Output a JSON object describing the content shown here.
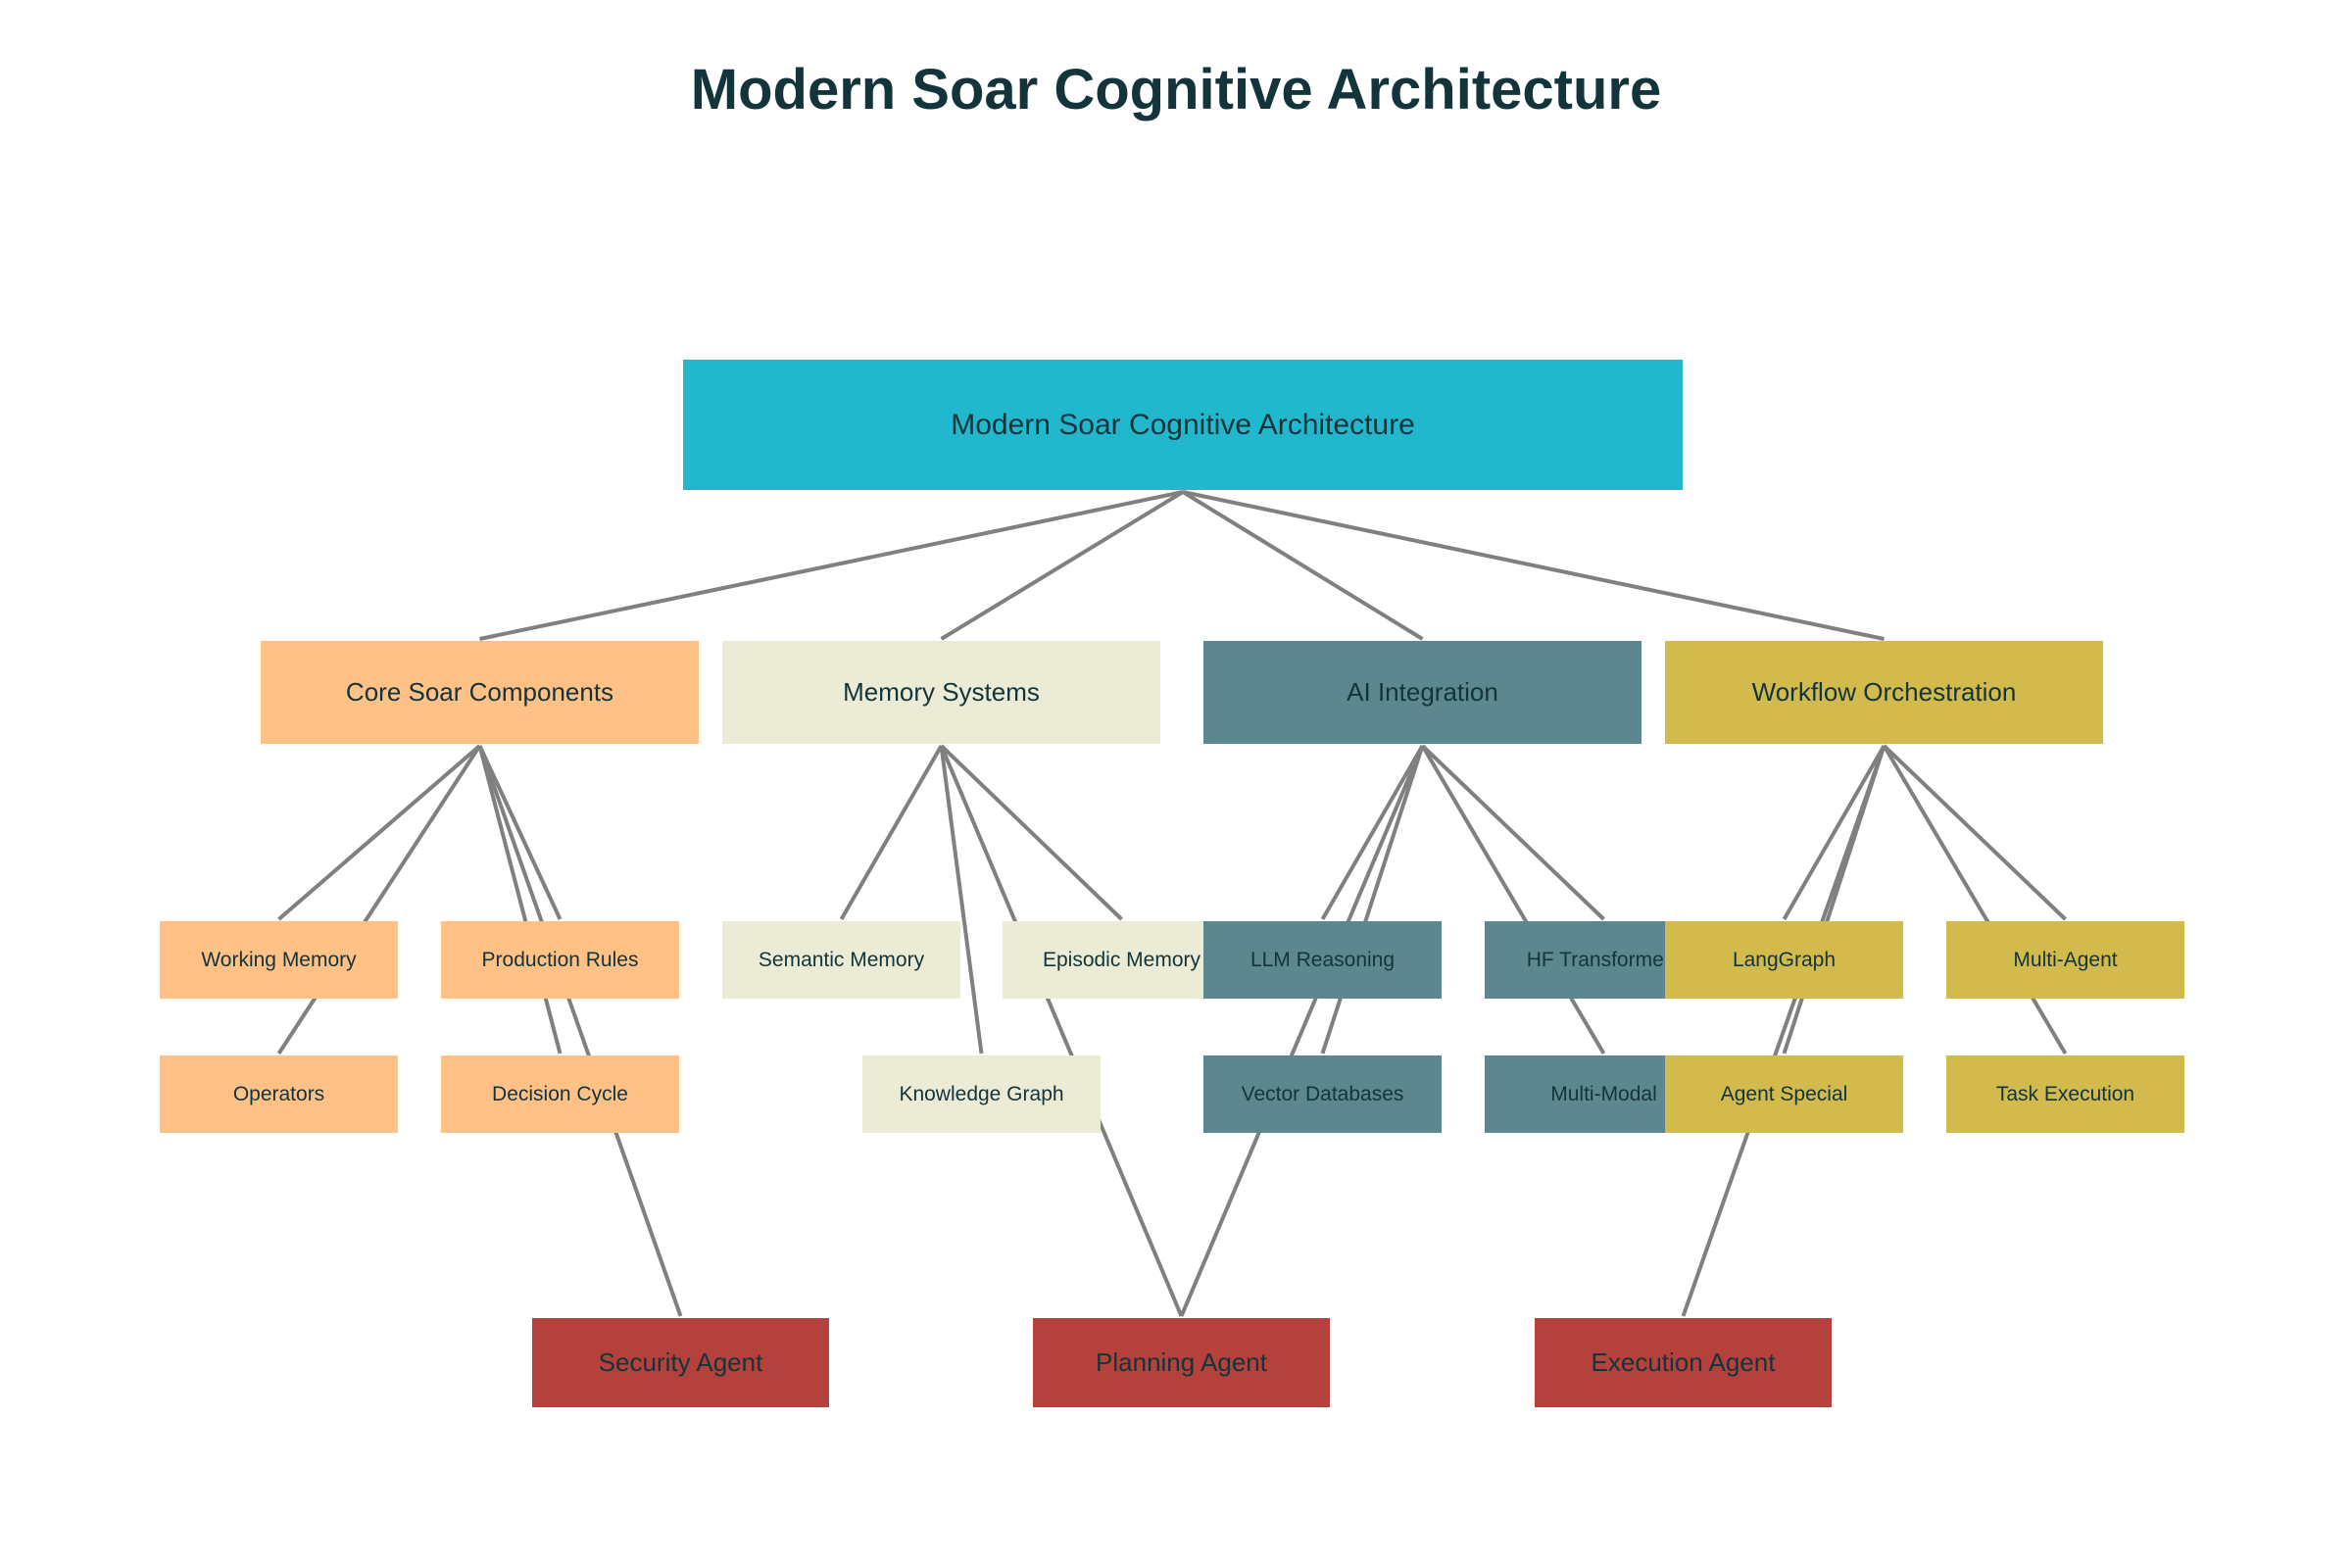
{
  "title": "Modern Soar Cognitive Architecture",
  "colors": {
    "root": "#21b8cd",
    "core": "#ffc185",
    "memory": "#ecebd5",
    "ai": "#5d878f",
    "workflow": "#d2ba4c",
    "agent": "#b4413c",
    "connector": "#808080"
  },
  "root": {
    "label": "Modern Soar Cognitive Architecture"
  },
  "categories": [
    {
      "label": "Core Soar Components",
      "children": [
        "Working Memory",
        "Production Rules",
        "Operators",
        "Decision Cycle"
      ]
    },
    {
      "label": "Memory Systems",
      "children": [
        "Semantic Memory",
        "Episodic Memory",
        "Knowledge Graph"
      ]
    },
    {
      "label": "AI Integration",
      "children": [
        "LLM Reasoning",
        "HF Transformers",
        "Vector Databases",
        "Multi-Modal"
      ]
    },
    {
      "label": "Workflow Orchestration",
      "children": [
        "LangGraph",
        "Multi-Agent",
        "Agent Special",
        "Task Execution"
      ]
    }
  ],
  "agents": [
    {
      "label": "Security Agent",
      "connected_to": [
        "Core Soar Components"
      ]
    },
    {
      "label": "Planning Agent",
      "connected_to": [
        "Memory Systems",
        "AI Integration"
      ]
    },
    {
      "label": "Execution Agent",
      "connected_to": [
        "Workflow Orchestration"
      ]
    }
  ]
}
